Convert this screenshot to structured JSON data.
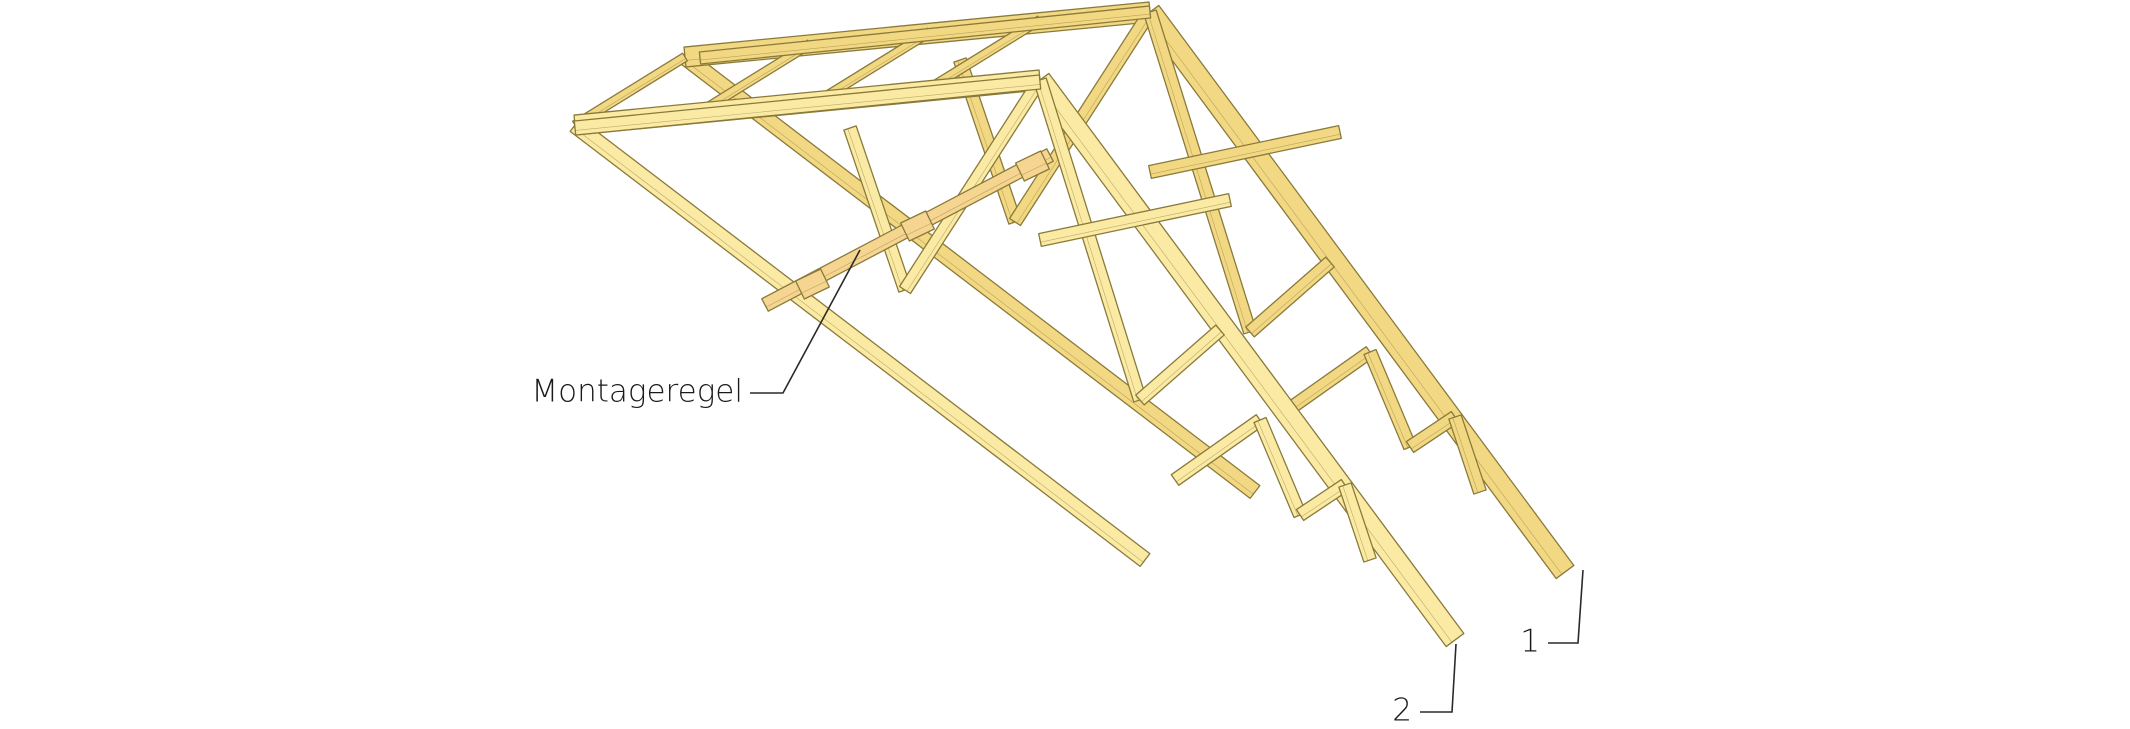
{
  "labels": {
    "montageregel": "Montageregel",
    "truss_1": "1",
    "truss_2": "2"
  },
  "colors": {
    "timber_fill": "#FBEAA4",
    "timber_dark": "#F3D883",
    "timber_stroke": "#8A7A3A",
    "montageregel_fill": "#F6D591",
    "leader_line": "#2a2a2a",
    "text": "#1a1a1a",
    "background": "#FFFFFF"
  }
}
